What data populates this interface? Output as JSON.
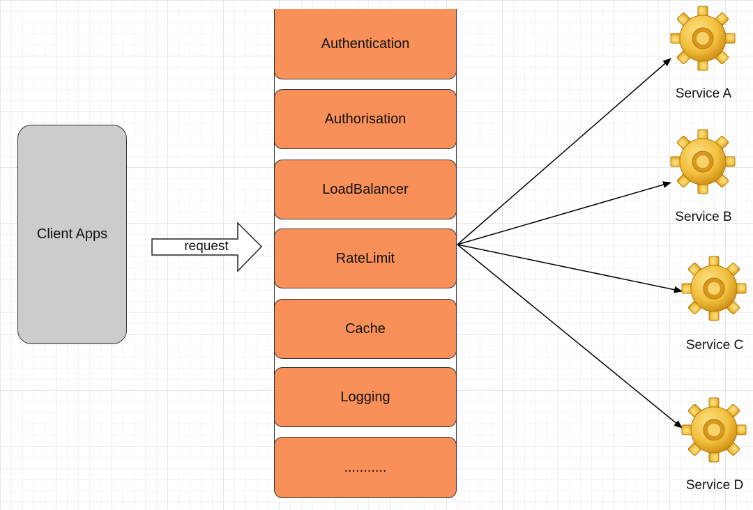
{
  "client": {
    "label": "Client Apps"
  },
  "request_arrow": {
    "label": "request"
  },
  "gateway_layers": [
    {
      "label": "Authentication"
    },
    {
      "label": "Authorisation"
    },
    {
      "label": "LoadBalancer"
    },
    {
      "label": "RateLimit"
    },
    {
      "label": "Cache"
    },
    {
      "label": "Logging"
    },
    {
      "label": "..........."
    }
  ],
  "services": [
    {
      "label": "Service A",
      "icon": "gear-icon"
    },
    {
      "label": "Service B",
      "icon": "gear-icon"
    },
    {
      "label": "Service C",
      "icon": "gear-icon"
    },
    {
      "label": "Service D",
      "icon": "gear-icon"
    }
  ],
  "colors": {
    "layer_fill": "#f99059",
    "client_fill": "#cccccc",
    "gear_fill": "#f2bf3c"
  }
}
